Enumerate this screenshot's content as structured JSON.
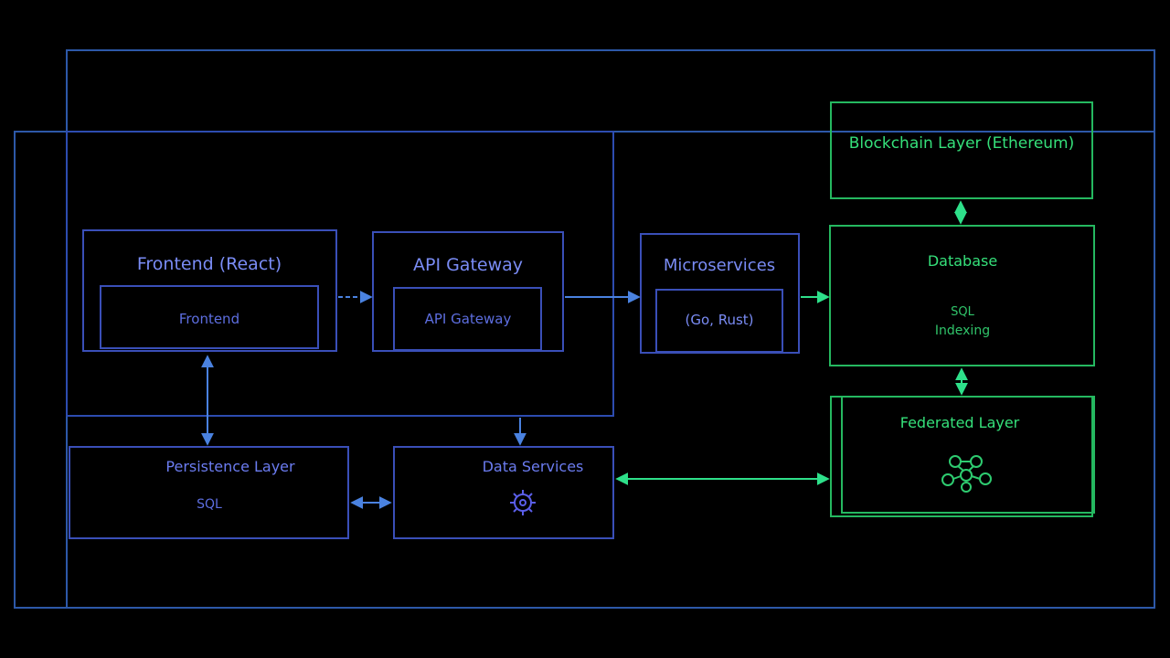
{
  "colors": {
    "background": "#000000",
    "blue_stroke": "#3a4fb8",
    "blue_text": "#6b7cf0",
    "frame_stroke": "#2d58a8",
    "arrow_blue": "#4a82e0",
    "green_stroke": "#25b860",
    "green_text": "#35e07a",
    "arrow_green": "#2ee08a"
  },
  "nodes": {
    "frontend": {
      "title": "Frontend (React)",
      "inner": "Frontend"
    },
    "api_gateway": {
      "title": "API Gateway",
      "inner": "API Gateway"
    },
    "microservices": {
      "title": "Microservices",
      "inner": "(Go, Rust)"
    },
    "blockchain": {
      "title": "Blockchain Layer (Ethereum)"
    },
    "database": {
      "title": "Database",
      "line1": "SQL",
      "line2": "Indexing"
    },
    "persistence": {
      "title": "Persistence Layer",
      "inner": "SQL"
    },
    "data_services": {
      "title": "Data Services",
      "icon": "gear-network-icon"
    },
    "federated": {
      "title": "Federated Layer",
      "icon": "network-nodes-icon"
    }
  }
}
